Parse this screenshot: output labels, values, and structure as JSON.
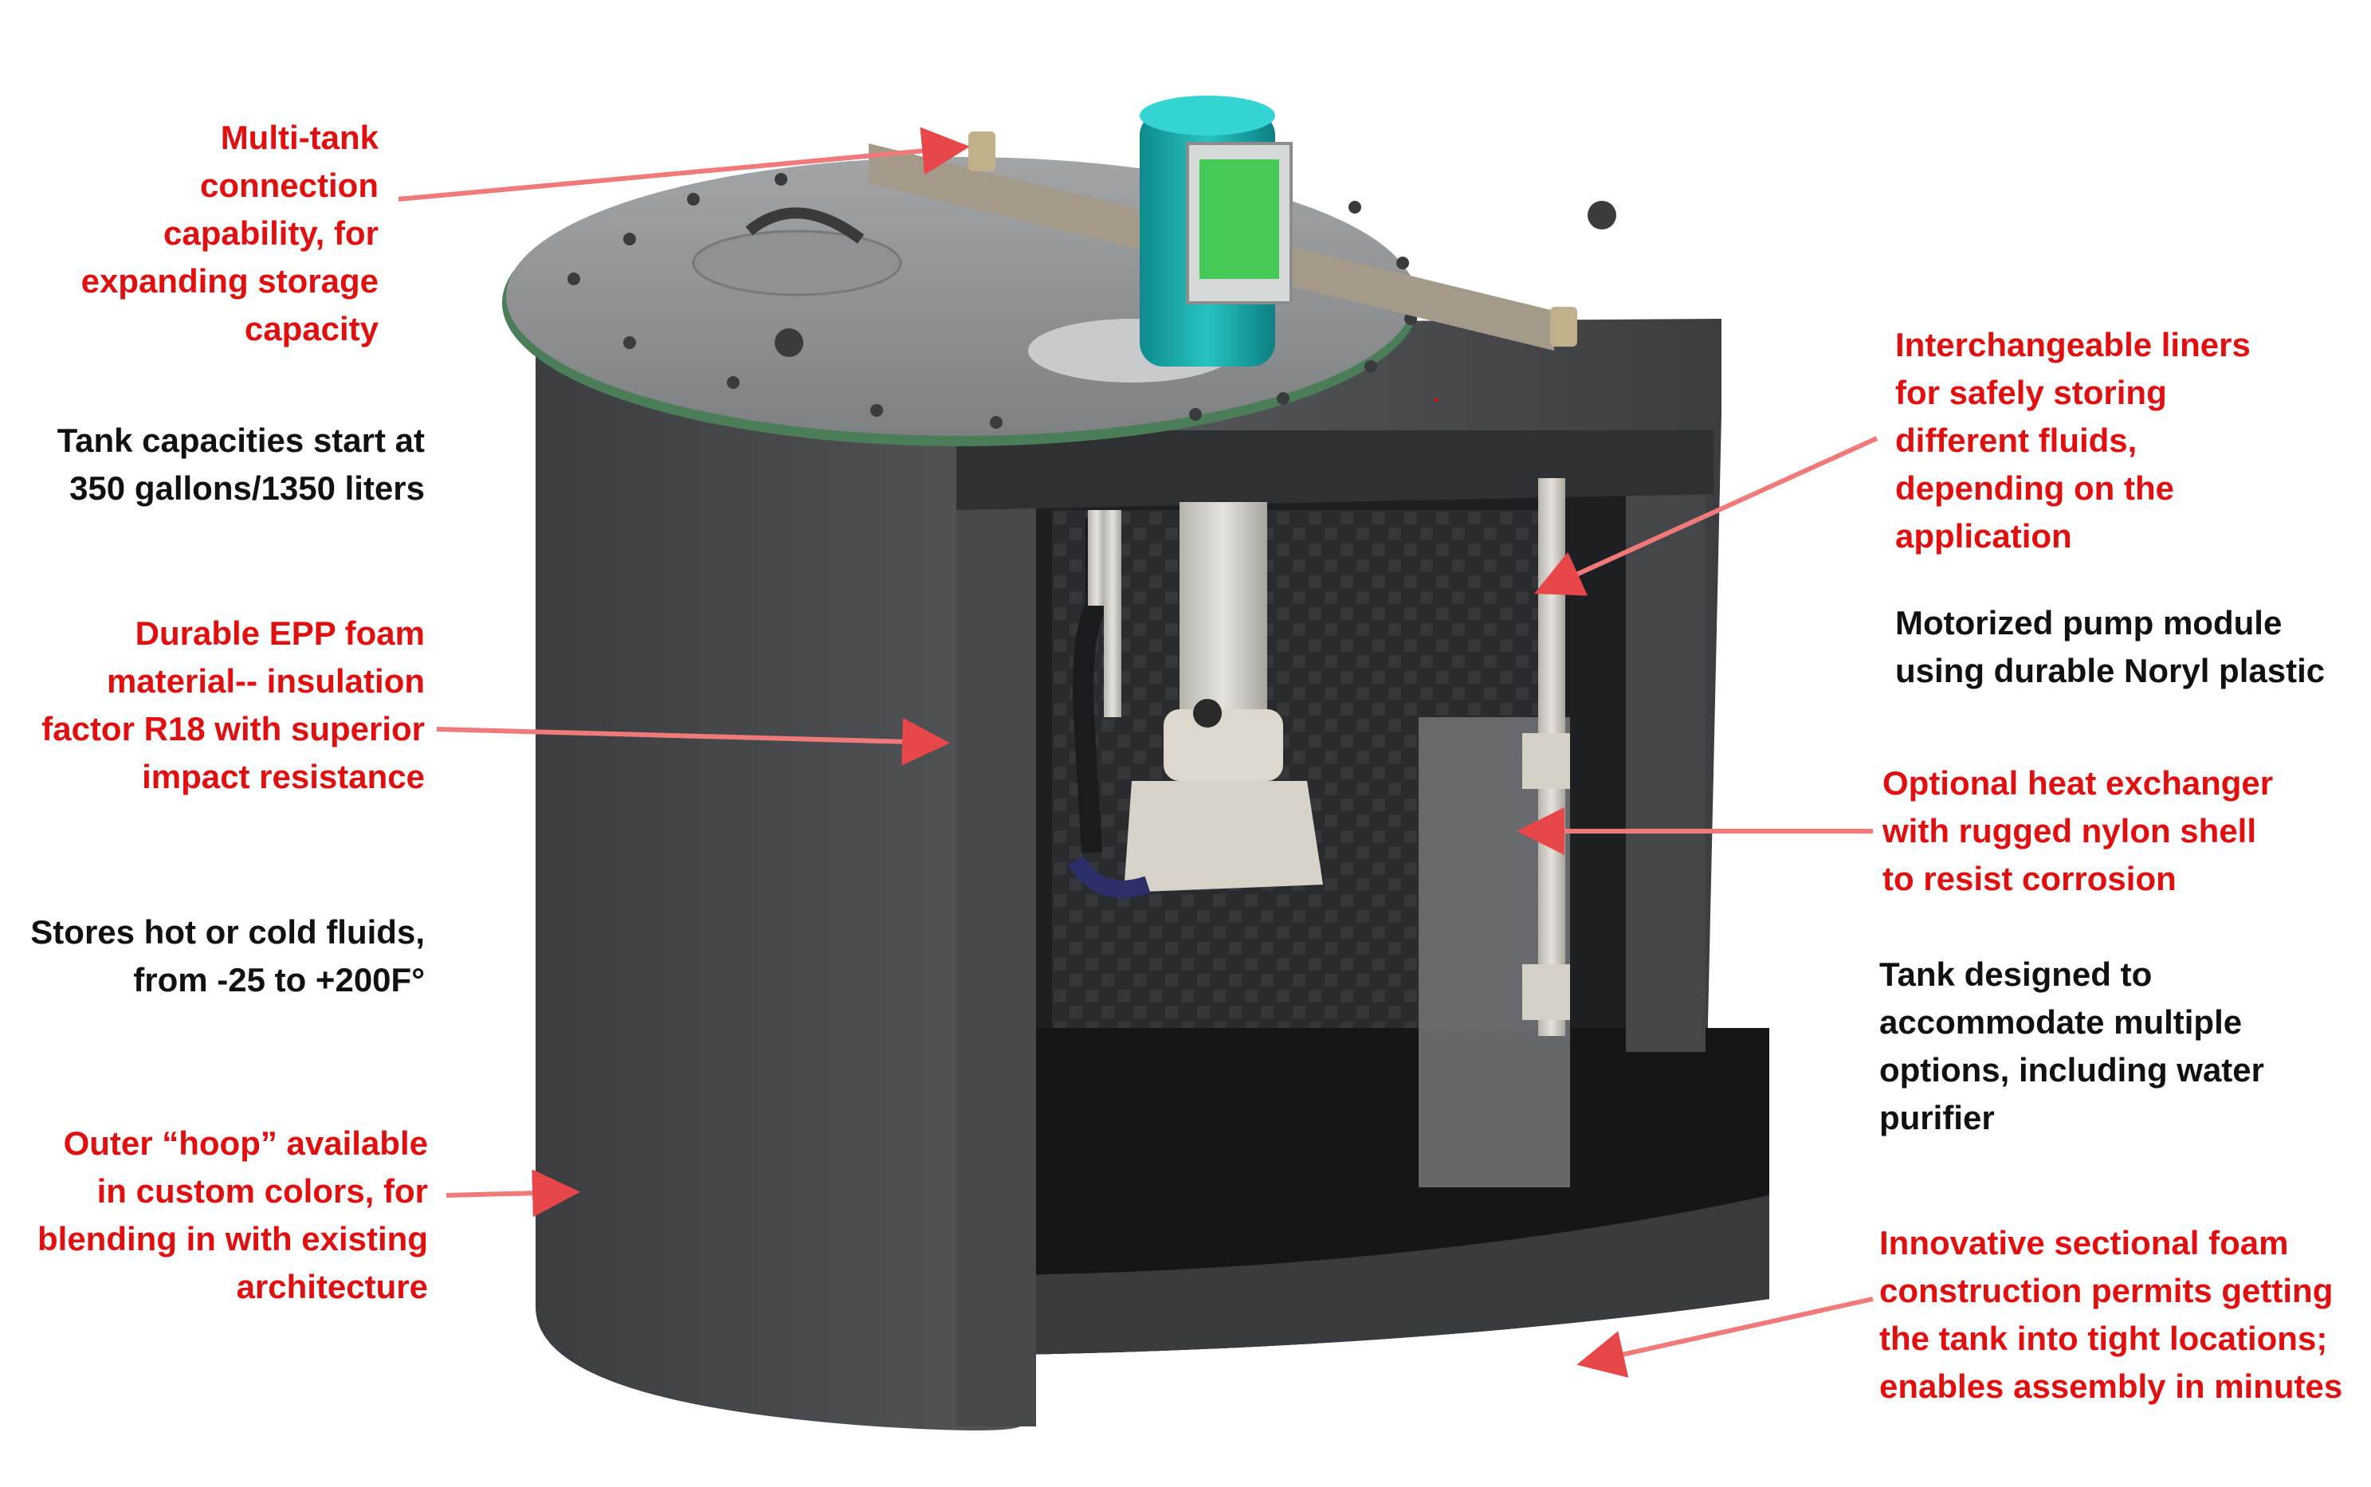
{
  "colors": {
    "callout_red": "#e01010",
    "info_black": "#111111",
    "arrow": "#f07a7a",
    "tank_body": "#4a4b4f",
    "lid": "#8a8c8f",
    "motor": "#1aa7a8"
  },
  "labels": {
    "multi_tank": "Multi-tank\nconnection\ncapability, for\nexpanding storage\ncapacity",
    "capacities": "Tank capacities start at\n350 gallons/1350 liters",
    "epp_foam": "Durable EPP foam\nmaterial-- insulation\nfactor R18 with superior\nimpact resistance",
    "temps": "Stores hot or cold fluids,\nfrom -25 to +200F°",
    "hoop": "Outer “hoop” available\nin custom colors, for\nblending in with existing\narchitecture",
    "liners": "Interchangeable liners\nfor safely storing\ndifferent fluids,\ndepending on the\napplication",
    "pump": "Motorized pump module\nusing durable Noryl plastic",
    "heat_exchanger": "Optional heat exchanger\nwith rugged nylon shell\nto resist corrosion",
    "options": "Tank designed to\naccommodate multiple\noptions, including water\npurifier",
    "sectional": "Innovative sectional foam\nconstruction permits getting\nthe tank into tight locations;\nenables assembly in minutes"
  }
}
